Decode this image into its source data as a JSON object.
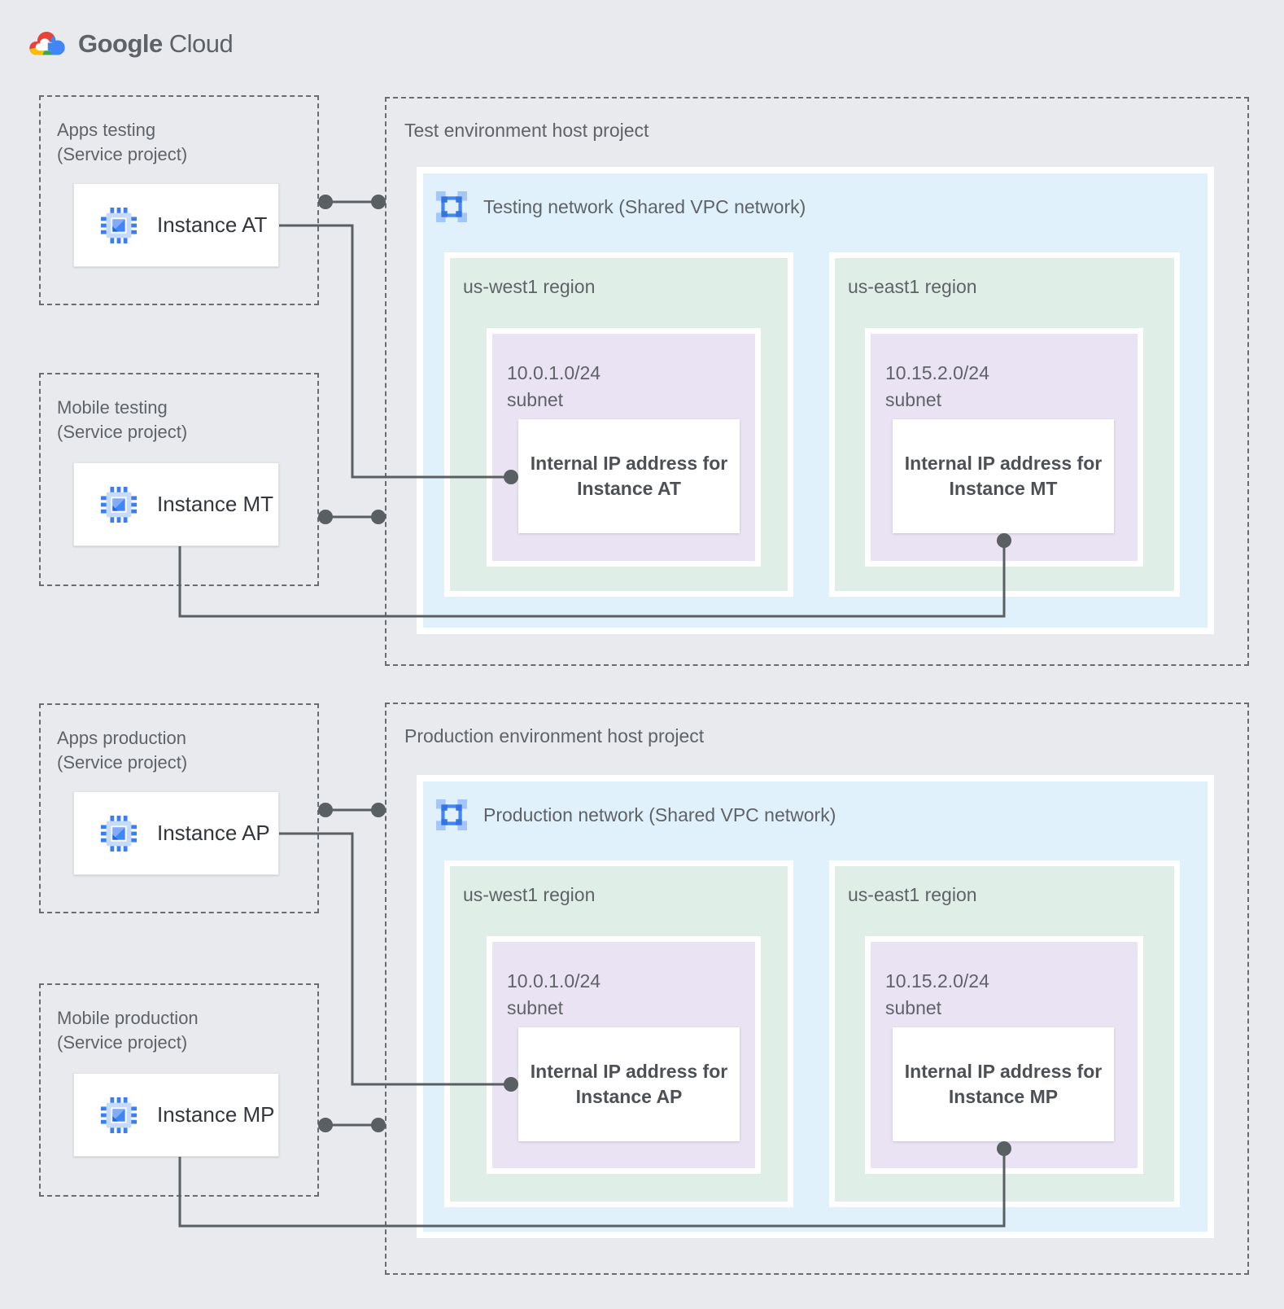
{
  "logo": {
    "brand": "Google",
    "product": "Cloud"
  },
  "service_projects": [
    {
      "title": "Apps testing",
      "subtitle": "(Service project)",
      "instance": "Instance AT"
    },
    {
      "title": "Mobile testing",
      "subtitle": "(Service project)",
      "instance": "Instance MT"
    },
    {
      "title": "Apps production",
      "subtitle": "(Service project)",
      "instance": "Instance AP"
    },
    {
      "title": "Mobile production",
      "subtitle": "(Service project)",
      "instance": "Instance MP"
    }
  ],
  "host_projects": [
    {
      "title": "Test environment host project",
      "network_label": "Testing network (Shared VPC network)",
      "regions": [
        {
          "name": "us-west1 region",
          "cidr": "10.0.1.0/24",
          "subnet_label": "subnet",
          "ip_line1": "Internal IP address for",
          "ip_line2": "Instance AT"
        },
        {
          "name": "us-east1 region",
          "cidr": "10.15.2.0/24",
          "subnet_label": "subnet",
          "ip_line1": "Internal IP address for",
          "ip_line2": "Instance MT"
        }
      ]
    },
    {
      "title": "Production environment host project",
      "network_label": "Production network (Shared VPC network)",
      "regions": [
        {
          "name": "us-west1 region",
          "cidr": "10.0.1.0/24",
          "subnet_label": "subnet",
          "ip_line1": "Internal IP address for",
          "ip_line2": "Instance AP"
        },
        {
          "name": "us-east1 region",
          "cidr": "10.15.2.0/24",
          "subnet_label": "subnet",
          "ip_line1": "Internal IP address for",
          "ip_line2": "Instance MP"
        }
      ]
    }
  ],
  "icons": {
    "logo": "google-cloud-logo",
    "network": "vpc-network-icon",
    "instance": "compute-engine-icon"
  },
  "colors": {
    "page_bg": "#e8eaed",
    "network_blue": "#e0f1fb",
    "region_green": "#dfeee6",
    "subnet_purple": "#eae3f3",
    "connector_gray": "#5a5f63",
    "label_gray": "#5f6368",
    "google_blue": "#4285f4",
    "google_red": "#ea4335",
    "google_yellow": "#fbbc05",
    "google_green": "#34a853"
  }
}
